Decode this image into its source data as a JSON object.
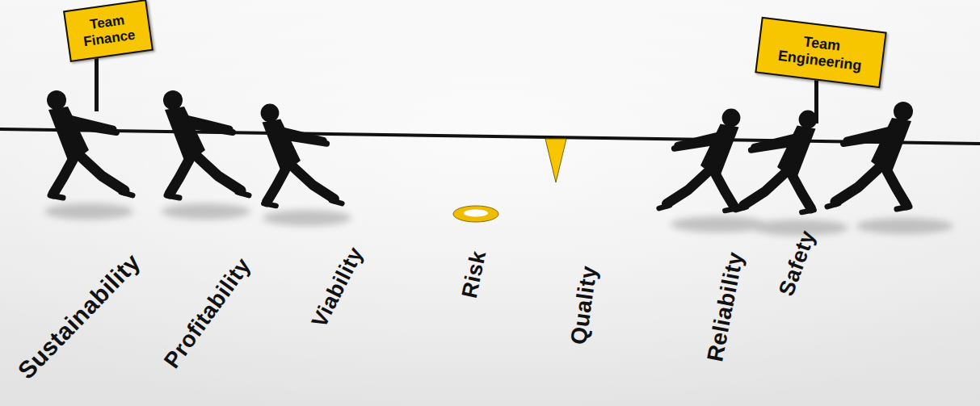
{
  "diagram": {
    "nodes": [
      {
        "text": [
          "Team Finance"
        ]
      },
      {
        "text": [
          "Team Engineering"
        ]
      }
    ],
    "labels": [
      "Sustainability",
      "Profitability",
      "Viability",
      "Risk",
      "Quality",
      "Reliability",
      "Safety"
    ]
  }
}
